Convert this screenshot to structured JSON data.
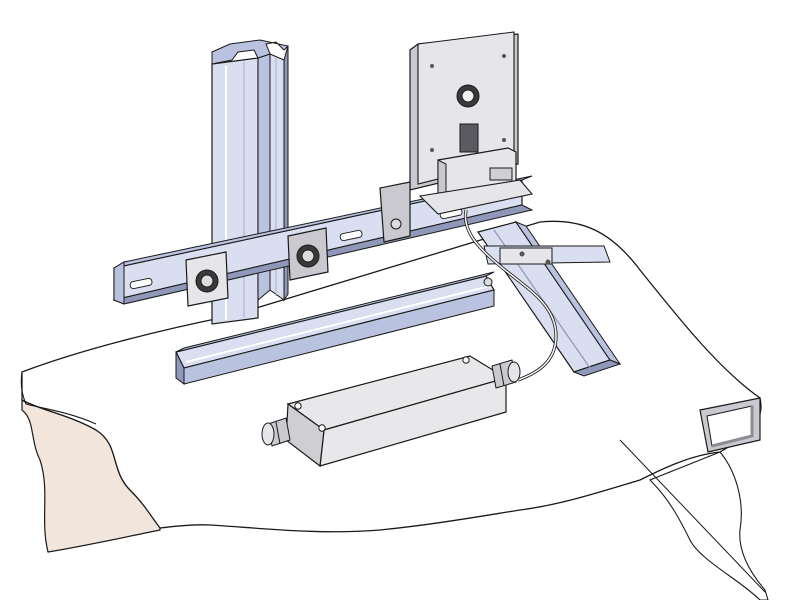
{
  "drawing": {
    "kind": "isometric mechanical assembly line drawing",
    "colors": {
      "background": "#ffffff",
      "outline": "#1a1a1a",
      "table_top": "#ffffff",
      "table_cut_face": "#f2e6dc",
      "profile_light": "#d9dff0",
      "profile_mid": "#b9c2de",
      "profile_dark": "#8f98b8",
      "metal_light": "#e6e6ea",
      "metal_mid": "#c9c9cf",
      "metal_dark": "#8c8c94",
      "box_body": "#e8e8ea",
      "box_side": "#cfcfd3"
    },
    "parts": [
      "table-plate",
      "vertical-profile-post",
      "horizontal-strut-rail",
      "front-c-rail",
      "cross-c-rail",
      "mounting-plate",
      "sensor-head",
      "clamp-bracket",
      "junction-box",
      "cable-gland",
      "sensor-cable",
      "square-tube"
    ]
  }
}
